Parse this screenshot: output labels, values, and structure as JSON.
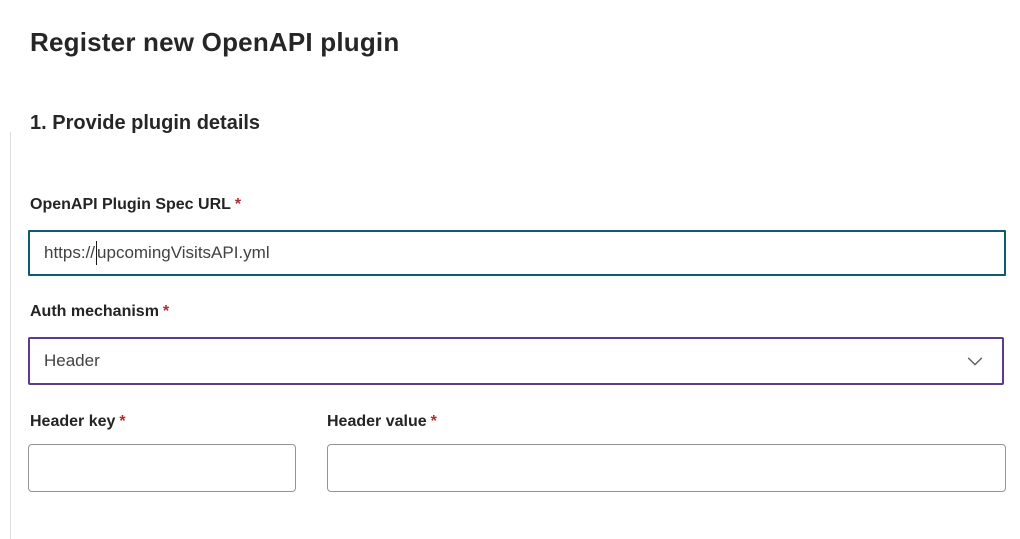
{
  "page": {
    "title": "Register new OpenAPI plugin",
    "section_heading": "1. Provide plugin details"
  },
  "form": {
    "spec_url": {
      "label": "OpenAPI Plugin Spec URL",
      "required_marker": "*",
      "value": "https://upcomingVisitsAPI.yml",
      "value_before_caret": "https://",
      "value_after_caret": "upcomingVisitsAPI.yml",
      "focused": true
    },
    "auth_mechanism": {
      "label": "Auth mechanism",
      "required_marker": "*",
      "selected_option": "Header",
      "icon": "chevron-down-icon"
    },
    "header_key": {
      "label": "Header key",
      "required_marker": "*",
      "value": "",
      "placeholder": ""
    },
    "header_value": {
      "label": "Header value",
      "required_marker": "*",
      "value": "",
      "placeholder": ""
    }
  },
  "colors": {
    "focus_teal": "#0f5b6d",
    "dropdown_purple": "#5b3c88",
    "required_red": "#b02a30",
    "label_text": "#242424",
    "input_text": "#424242",
    "input_border": "#949494",
    "divider": "#dcdcdc"
  }
}
